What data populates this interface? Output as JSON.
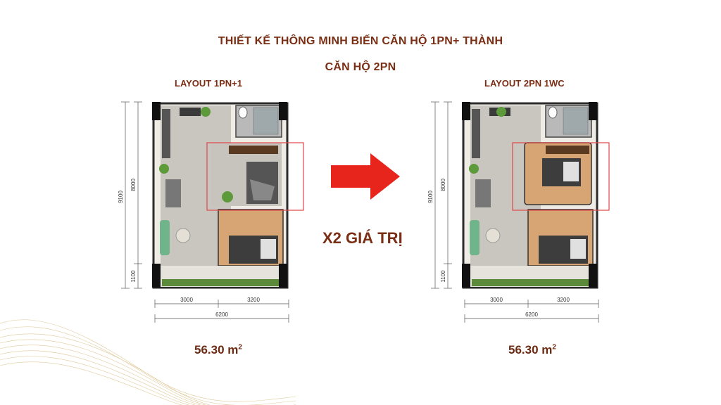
{
  "title": {
    "line1": "THIẾT KẾ THÔNG MINH BIẾN CĂN HỘ 1PN+ THÀNH",
    "line2": "CĂN HỘ 2PN"
  },
  "left_plan": {
    "label": "LAYOUT 1PN+1",
    "area_value": "56.30 m",
    "area_unit_sup": "2",
    "dims": {
      "height_total": "9100",
      "height_main": "8000",
      "height_balcony": "1100",
      "width_left": "3000",
      "width_right": "3200",
      "width_total": "6200"
    }
  },
  "right_plan": {
    "label": "LAYOUT 2PN 1WC",
    "area_value": "56.30 m",
    "area_unit_sup": "2",
    "dims": {
      "height_total": "9100",
      "height_main": "8000",
      "height_balcony": "1100",
      "width_left": "3000",
      "width_right": "3200",
      "width_total": "6200"
    }
  },
  "center_text": "X2 GIÁ TRỊ",
  "colors": {
    "title": "#7a2e14",
    "arrow": "#e8251c",
    "highlight": "#e0474a",
    "swirl": "#d9c08a"
  },
  "icons": {
    "arrow": "right-arrow-icon"
  }
}
